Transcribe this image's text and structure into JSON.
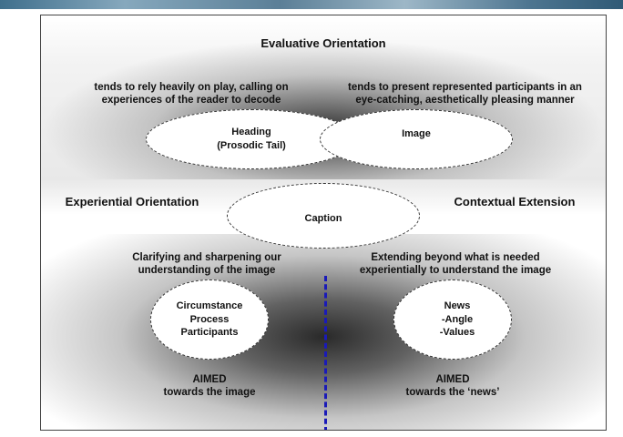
{
  "diagram": {
    "top_title": "Evaluative Orientation",
    "left_desc": "tends to rely heavily on play, calling on\nexperiences of the reader to decode",
    "right_desc": "tends to present represented participants in an\neye-catching, aesthetically pleasing manner",
    "heading_node": "Heading\n(Prosodic Tail)",
    "image_node": "Image",
    "caption_node": "Caption",
    "left_title": "Experiential Orientation",
    "right_title": "Contextual Extension",
    "left_lower_desc": "Clarifying and sharpening our\nunderstanding of the image",
    "right_lower_desc": "Extending beyond what is needed\nexperientially to understand the image",
    "left_oval": "Circumstance\nProcess\nParticipants",
    "right_oval": "News\n-Angle\n-Values",
    "left_aimed": "AIMED",
    "left_target": "towards the image",
    "right_aimed": "AIMED",
    "right_target": "towards the ‘news’"
  },
  "colors": {
    "divider": "#1a1ab8",
    "border": "#444444"
  }
}
